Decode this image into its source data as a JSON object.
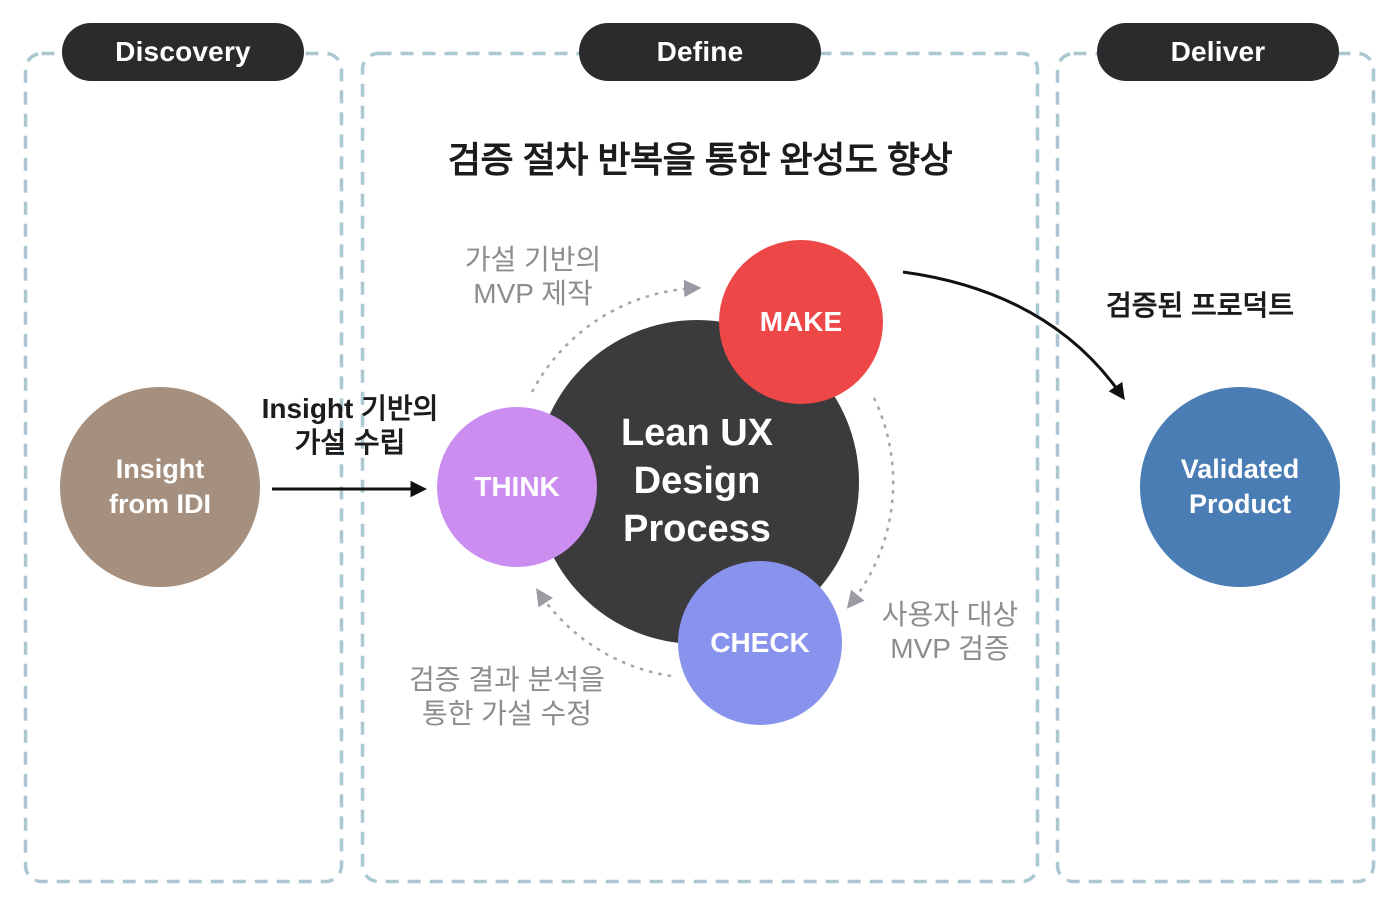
{
  "phases": [
    {
      "id": "discovery",
      "label": "Discovery"
    },
    {
      "id": "define",
      "label": "Define"
    },
    {
      "id": "deliver",
      "label": "Deliver"
    }
  ],
  "define_section": {
    "title": "검증 절차 반복을 통한 완성도 향상",
    "core_circle_label": "Lean UX\nDesign\nProcess",
    "steps": {
      "think": "THINK",
      "make": "MAKE",
      "check": "CHECK"
    },
    "annotations": {
      "insight_to_think": "Insight 기반의\n가설 수립",
      "think_to_make": "가설 기반의\nMVP 제작",
      "make_to_check": "사용자 대상\nMVP 검증",
      "check_to_think": "검증 결과 분석을\n통한 가설 수정"
    }
  },
  "discovery_section": {
    "insight_circle_label": "Insight\nfrom IDI"
  },
  "deliver_section": {
    "annotation": "검증된 프로덕트",
    "validated_circle_label": "Validated\nProduct"
  },
  "colors": {
    "pill_bg": "#2b2b2d",
    "panel_border": "#abc8d2",
    "core_circle": "#3b3b3d",
    "think_circle": "#cb8df0",
    "make_circle": "#ee4747",
    "check_circle": "#8793ec",
    "insight_circle": "#a5907f",
    "validated_circle": "#4a7db4",
    "gray_text": "#8c8c91",
    "black_text": "#1c1c1e",
    "cycle_arrow": "#a4a4ac",
    "flow_arrow": "#111111"
  }
}
